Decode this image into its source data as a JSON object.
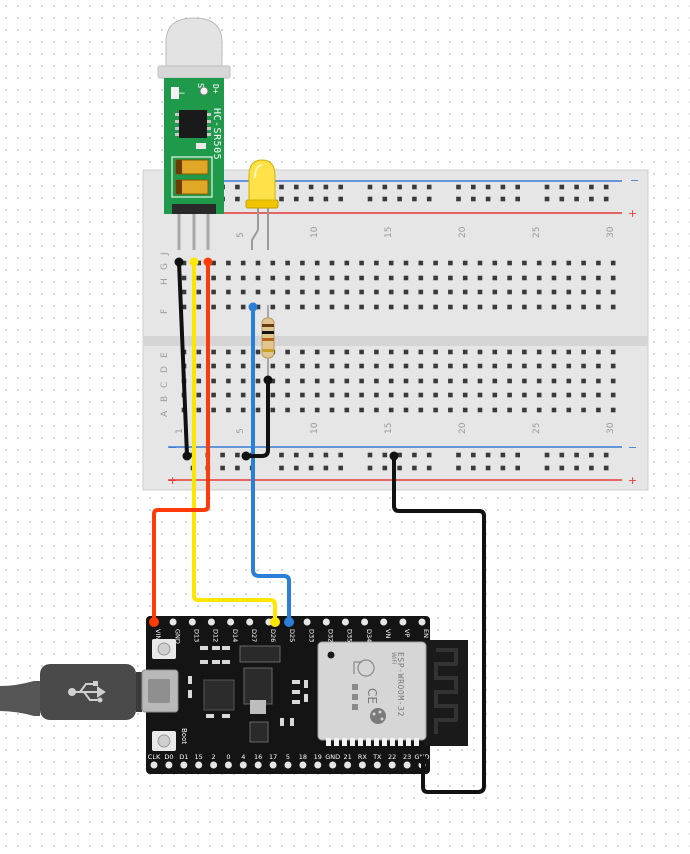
{
  "breadboard": {
    "col_labels": [
      "1",
      "5",
      "10",
      "15",
      "20",
      "25",
      "30"
    ],
    "row_labels_top": [
      "J",
      "H",
      "G",
      "F"
    ],
    "row_labels_bottom": [
      "E",
      "D",
      "C",
      "B",
      "A"
    ],
    "rail_minus": "−",
    "rail_plus": "+"
  },
  "pir_sensor": {
    "label": "HC-SR505",
    "pin_marks": [
      "S",
      "D+"
    ],
    "minus_mark": "−"
  },
  "esp32": {
    "top_pins": [
      "VIN",
      "GND",
      "D13",
      "D12",
      "D14",
      "D27",
      "D26",
      "D25",
      "D33",
      "D32",
      "D35",
      "D34",
      "VN",
      "VP",
      "EN"
    ],
    "bottom_pins": [
      "CLK",
      "D0",
      "D1",
      "15",
      "2",
      "0",
      "4",
      "16",
      "17",
      "5",
      "18",
      "19",
      "GND",
      "21",
      "RX",
      "TX",
      "22",
      "23",
      "GND"
    ],
    "module_label": "ESP-WROOM-32",
    "wifi_mark": "WiFi",
    "ce_mark": "CE",
    "boot_label": "Boot"
  },
  "colors": {
    "wire_black": "#111111",
    "wire_yellow": "#ffe600",
    "wire_red": "#ff3b0a",
    "wire_blue": "#2a7fd9",
    "rail_blue": "#3a7bd5",
    "rail_red": "#e53935",
    "pcb_green": "#1f9a4a",
    "board_black": "#141414"
  }
}
